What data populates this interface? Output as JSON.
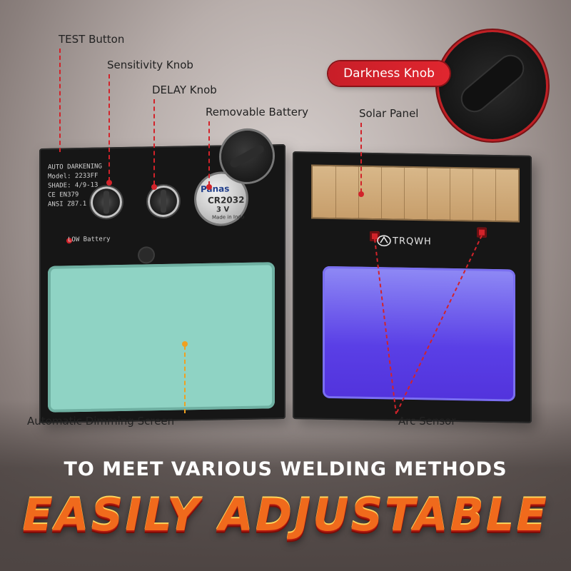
{
  "labels": {
    "test_button": "TEST Button",
    "sensitivity_knob": "Sensitivity Knob",
    "delay_knob": "DELAY Knob",
    "removable_battery": "Removable Battery",
    "solar_panel": "Solar Panel",
    "darkness_knob": "Darkness Knob",
    "automatic_dimming_screen": "Automatic Dimming Screen",
    "arc_sensor": "Arc Sensor"
  },
  "left_cartridge": {
    "spec_lines": [
      "AUTO DARKENING",
      "Model: 2233FF",
      "SHADE: 4/9-13",
      "CE EN379",
      "ANSI Z87.1"
    ],
    "low_battery": "LOW Battery",
    "battery": {
      "brand": "Panas",
      "model": "CR2032",
      "voltage": "3 V",
      "origin": "Made in Indo"
    }
  },
  "right_cartridge": {
    "brand": "TRQWH"
  },
  "headline": {
    "sub": "TO MEET VARIOUS WELDING METHODS",
    "main": "EASILY ADJUSTABLE"
  },
  "colors": {
    "accent_red": "#d2232a",
    "headline_orange": "#f06a1c",
    "screen_left": "#8fd3c4",
    "screen_right": "#5a3fe6",
    "solar_panel": "#c79e6b"
  }
}
